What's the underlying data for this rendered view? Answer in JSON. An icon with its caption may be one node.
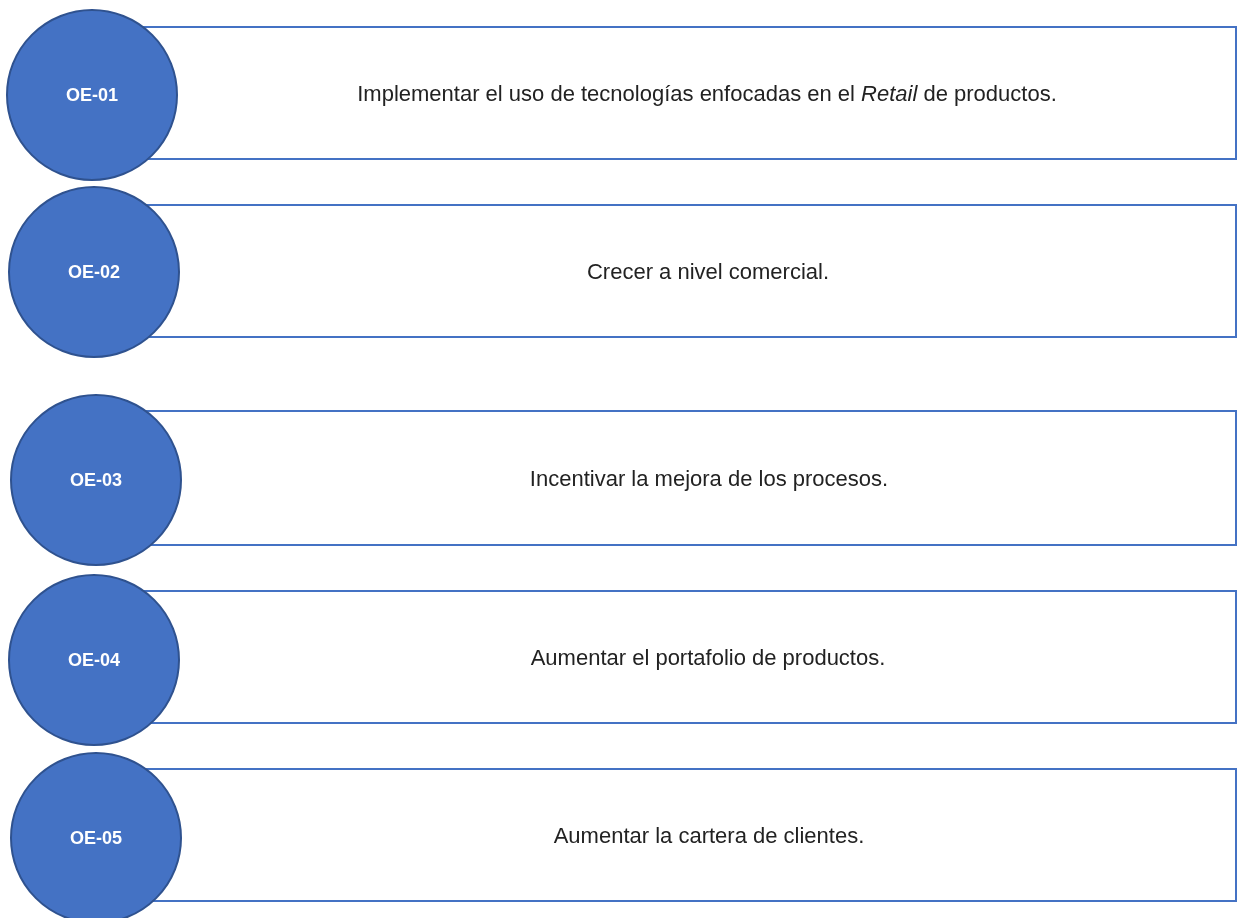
{
  "diagram": {
    "nodes": [
      {
        "text": [
          "OE-01"
        ]
      },
      {
        "text": [
          "Implementar el uso de tecnologías enfocadas en el *Retail* de productos."
        ]
      },
      {
        "text": [
          "OE-02"
        ]
      },
      {
        "text": [
          "Crecer a nivel comercial."
        ]
      },
      {
        "text": [
          "OE-03"
        ]
      },
      {
        "text": [
          "Incentivar la mejora de los procesos."
        ]
      },
      {
        "text": [
          "OE-04"
        ]
      },
      {
        "text": [
          "Aumentar el portafolio de productos."
        ]
      },
      {
        "text": [
          "OE-05"
        ]
      },
      {
        "text": [
          "Aumentar la cartera de clientes."
        ]
      }
    ]
  }
}
